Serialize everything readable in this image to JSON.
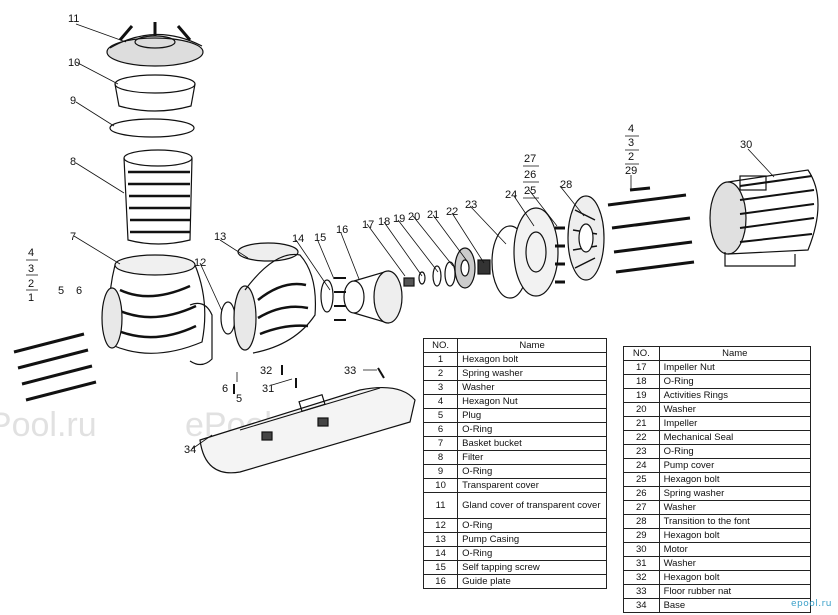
{
  "callouts": {
    "c1": "1",
    "c2": "2",
    "c3": "3",
    "c4": "4",
    "c5": "5",
    "c6": "6",
    "c7": "7",
    "c8": "8",
    "c9": "9",
    "c10": "10",
    "c11": "11",
    "c12": "12",
    "c13": "13",
    "c14": "14",
    "c15": "15",
    "c16": "16",
    "c17": "17",
    "c18": "18",
    "c19": "19",
    "c20": "20",
    "c21": "21",
    "c22": "22",
    "c23": "23",
    "c24": "24",
    "c25": "25",
    "c26": "26",
    "c27": "27",
    "c28": "28",
    "c29": "29",
    "c30": "30",
    "c31": "31",
    "c32": "32",
    "c33": "33",
    "c34": "34",
    "r4": "4",
    "r3": "3",
    "r2": "2",
    "r29": "29",
    "l4": "4",
    "l3": "3",
    "l2": "2",
    "l1": "1",
    "lower5": "5",
    "lower6": "6"
  },
  "watermark": "ePool.ru",
  "logo": "epool.ru",
  "table_left": {
    "header_no": "NO.",
    "header_name": "Name",
    "rows": [
      {
        "no": "1",
        "name": "Hexagon bolt"
      },
      {
        "no": "2",
        "name": "Spring washer"
      },
      {
        "no": "3",
        "name": "Washer"
      },
      {
        "no": "4",
        "name": "Hexagon Nut"
      },
      {
        "no": "5",
        "name": "Plug"
      },
      {
        "no": "6",
        "name": "O-Ring"
      },
      {
        "no": "7",
        "name": "Basket bucket"
      },
      {
        "no": "8",
        "name": "Filter"
      },
      {
        "no": "9",
        "name": "O-Ring"
      },
      {
        "no": "10",
        "name": "Transparent cover"
      },
      {
        "no": "11",
        "name": "Gland cover of transparent cover"
      },
      {
        "no": "12",
        "name": "O-Ring"
      },
      {
        "no": "13",
        "name": "Pump Casing"
      },
      {
        "no": "14",
        "name": "O-Ring"
      },
      {
        "no": "15",
        "name": "Self tapping screw"
      },
      {
        "no": "16",
        "name": "Guide plate"
      }
    ]
  },
  "table_right": {
    "header_no": "NO.",
    "header_name": "Name",
    "rows": [
      {
        "no": "17",
        "name": "Impeller Nut"
      },
      {
        "no": "18",
        "name": "O-Ring"
      },
      {
        "no": "19",
        "name": "Activities Rings"
      },
      {
        "no": "20",
        "name": "Washer"
      },
      {
        "no": "21",
        "name": "Impeller"
      },
      {
        "no": "22",
        "name": "Mechanical Seal"
      },
      {
        "no": "23",
        "name": "O-Ring"
      },
      {
        "no": "24",
        "name": "Pump cover"
      },
      {
        "no": "25",
        "name": "Hexagon bolt"
      },
      {
        "no": "26",
        "name": "Spring washer"
      },
      {
        "no": "27",
        "name": "Washer"
      },
      {
        "no": "28",
        "name": "Transition to the font"
      },
      {
        "no": "29",
        "name": "Hexagon bolt"
      },
      {
        "no": "30",
        "name": "Motor"
      },
      {
        "no": "31",
        "name": "Washer"
      },
      {
        "no": "32",
        "name": "Hexagon bolt"
      },
      {
        "no": "33",
        "name": "Floor rubber nat"
      },
      {
        "no": "34",
        "name": "Base"
      }
    ]
  }
}
